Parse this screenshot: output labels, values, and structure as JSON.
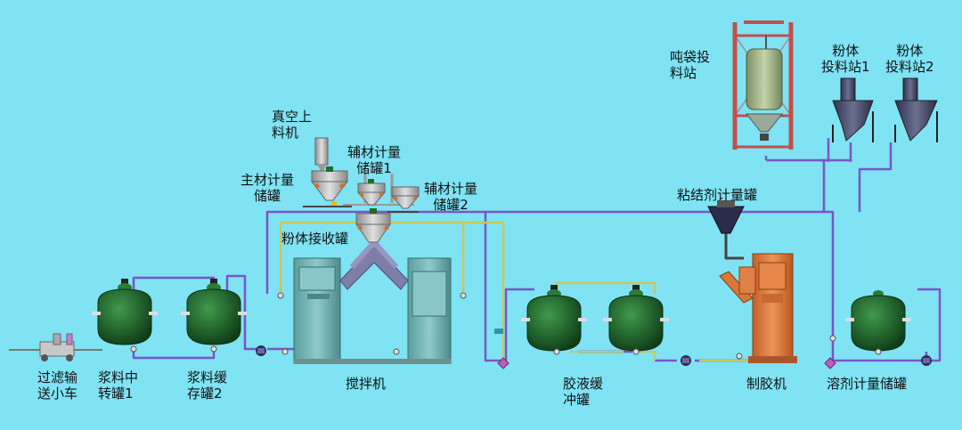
{
  "labels": {
    "filter_cart_1": "过滤输",
    "filter_cart_2": "送小车",
    "slurry_tank1_1": "浆料中",
    "slurry_tank1_2": "转罐1",
    "slurry_tank2_1": "浆料缓",
    "slurry_tank2_2": "存罐2",
    "mixer": "搅拌机",
    "glue_buffer_1": "胶液缓",
    "glue_buffer_2": "冲罐",
    "glue_machine": "制胶机",
    "solvent_tank": "溶剂计量储罐",
    "vacuum_loader_1": "真空上",
    "vacuum_loader_2": "料机",
    "main_tank_1": "主材计量",
    "main_tank_2": "储罐",
    "aux_tank1_1": "辅材计量",
    "aux_tank1_2": "储罐1",
    "aux_tank2_1": "辅材计量",
    "aux_tank2_2": "储罐2",
    "powder_receiver": "粉体接收罐",
    "binder_tank": "粘结剂计量罐",
    "ton_bag_1": "吨袋投",
    "ton_bag_2": "料站",
    "powder_station1_1": "粉体",
    "powder_station1_2": "投料站1",
    "powder_station2_1": "粉体",
    "powder_station2_2": "投料站2"
  },
  "colors": {
    "background": "#7fe3f3",
    "tank_green": "#1f6b2c",
    "mixer_teal": "#6fb0b0",
    "glue_orange": "#d9773a",
    "pipe_purple": "#7a55c8",
    "pipe_yellow": "#c9c85a",
    "hopper_grey": "#b7b7b7",
    "frame_red": "#c0504d",
    "station_dark": "#4a4e6a"
  },
  "icons": [
    "motor-icon",
    "pump-icon",
    "valve-icon"
  ]
}
